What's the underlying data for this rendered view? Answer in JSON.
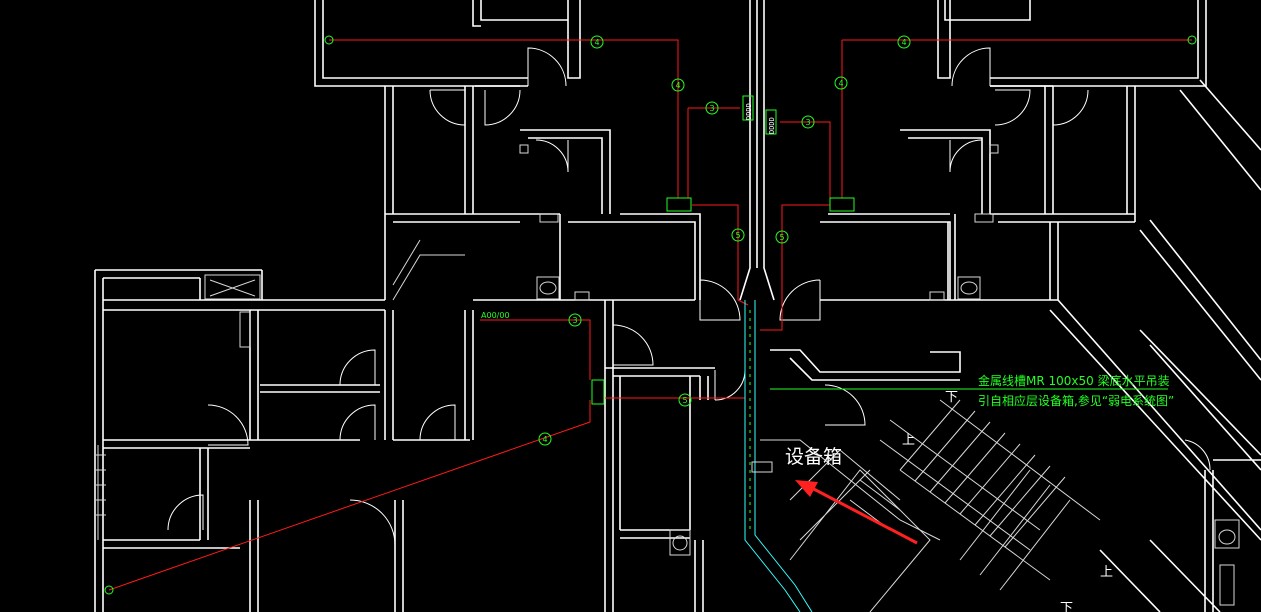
{
  "colors": {
    "background": "#000000",
    "wall": "#ffffff",
    "wire": "#ff1a1a",
    "annotation": "#22ff22",
    "trunking": "#33ffff",
    "arrow": "#ff2020"
  },
  "circuit_markers": [
    {
      "id": "m1",
      "label": "4"
    },
    {
      "id": "m2",
      "label": "4"
    },
    {
      "id": "m3",
      "label": "4"
    },
    {
      "id": "m4",
      "label": "4"
    },
    {
      "id": "m5",
      "label": "3"
    },
    {
      "id": "m6",
      "label": "3"
    },
    {
      "id": "m7",
      "label": "5"
    },
    {
      "id": "m8",
      "label": "5"
    },
    {
      "id": "m9",
      "label": "3"
    },
    {
      "id": "m10",
      "label": "5"
    },
    {
      "id": "m11",
      "label": "4"
    }
  ],
  "annotation": {
    "line1": "金属线槽MR 100x50  梁底水平吊装",
    "line2": "引自相应层设备箱,参见“弱电系统图”"
  },
  "callout": {
    "label": "设备箱"
  },
  "stair_labels": {
    "down": "下",
    "up_1": "上",
    "up_2": "上",
    "down_2": "下"
  },
  "tags": {
    "riser_1": "DDDD",
    "riser_2": "DDDD",
    "box_tag": "A00/00"
  }
}
